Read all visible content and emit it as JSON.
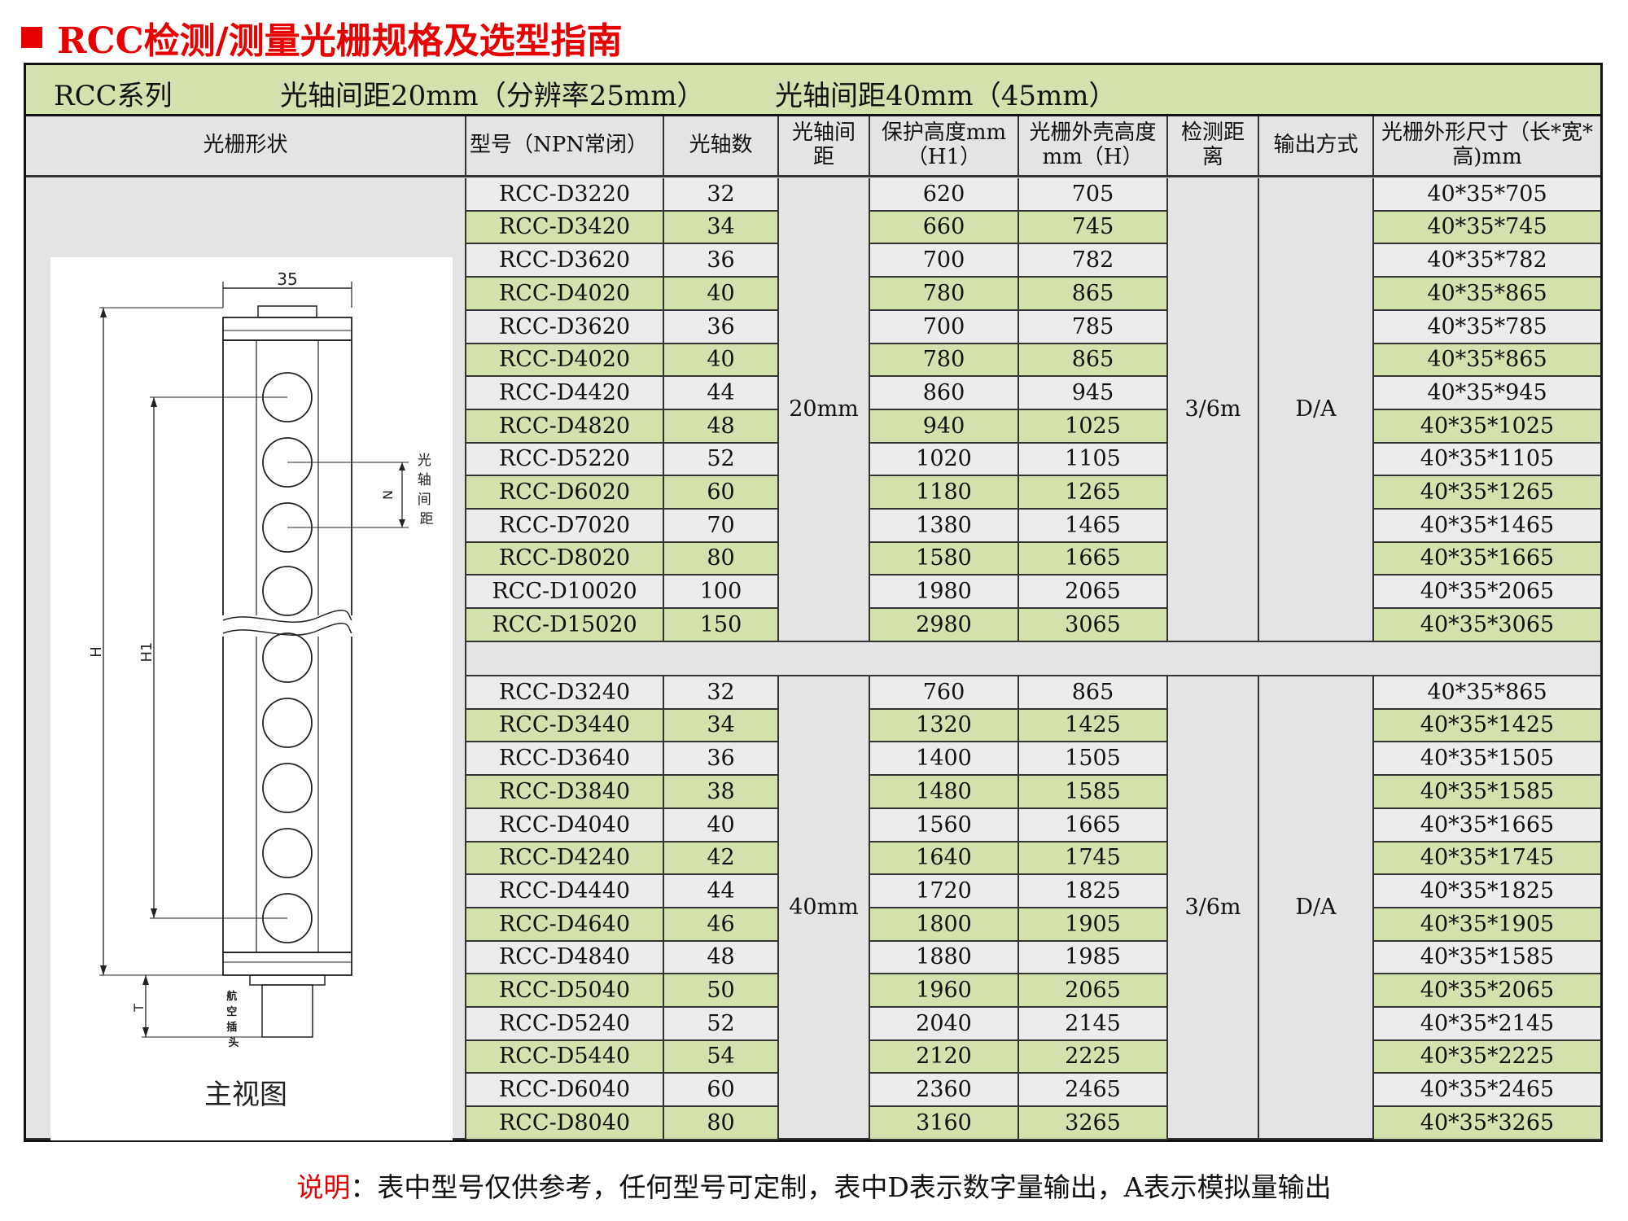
{
  "title": "RCC检测/测量光栅规格及选型指南",
  "banner": {
    "series": "RCC系列",
    "spec20": "光轴间距20mm（分辨率25mm）",
    "spec40": "光轴间距40mm（45mm）"
  },
  "headers": {
    "shape": "光栅形状",
    "model": "型号（NPN常闭）",
    "axes": "光轴数",
    "pitch": "光轴间距",
    "protect_height": "保护高度mm（H1）",
    "housing_height": "光栅外壳高度mm（H）",
    "distance": "检测距离",
    "output": "输出方式",
    "dimension": "光栅外形尺寸（长*宽*高)mm"
  },
  "group20": {
    "pitch": "20mm",
    "distance": "3/6m",
    "output": "D/A",
    "rows": [
      {
        "model": "RCC-D3220",
        "axes": "32",
        "h1": "620",
        "h": "705",
        "dim": "40*35*705"
      },
      {
        "model": "RCC-D3420",
        "axes": "34",
        "h1": "660",
        "h": "745",
        "dim": "40*35*745"
      },
      {
        "model": "RCC-D3620",
        "axes": "36",
        "h1": "700",
        "h": "782",
        "dim": "40*35*782"
      },
      {
        "model": "RCC-D4020",
        "axes": "40",
        "h1": "780",
        "h": "865",
        "dim": "40*35*865"
      },
      {
        "model": "RCC-D3620",
        "axes": "36",
        "h1": "700",
        "h": "785",
        "dim": "40*35*785"
      },
      {
        "model": "RCC-D4020",
        "axes": "40",
        "h1": "780",
        "h": "865",
        "dim": "40*35*865"
      },
      {
        "model": "RCC-D4420",
        "axes": "44",
        "h1": "860",
        "h": "945",
        "dim": "40*35*945"
      },
      {
        "model": "RCC-D4820",
        "axes": "48",
        "h1": "940",
        "h": "1025",
        "dim": "40*35*1025"
      },
      {
        "model": "RCC-D5220",
        "axes": "52",
        "h1": "1020",
        "h": "1105",
        "dim": "40*35*1105"
      },
      {
        "model": "RCC-D6020",
        "axes": "60",
        "h1": "1180",
        "h": "1265",
        "dim": "40*35*1265"
      },
      {
        "model": "RCC-D7020",
        "axes": "70",
        "h1": "1380",
        "h": "1465",
        "dim": "40*35*1465"
      },
      {
        "model": "RCC-D8020",
        "axes": "80",
        "h1": "1580",
        "h": "1665",
        "dim": "40*35*1665"
      },
      {
        "model": "RCC-D10020",
        "axes": "100",
        "h1": "1980",
        "h": "2065",
        "dim": "40*35*2065"
      },
      {
        "model": "RCC-D15020",
        "axes": "150",
        "h1": "2980",
        "h": "3065",
        "dim": "40*35*3065"
      }
    ]
  },
  "group40": {
    "pitch": "40mm",
    "distance": "3/6m",
    "output": "D/A",
    "rows": [
      {
        "model": "RCC-D3240",
        "axes": "32",
        "h1": "760",
        "h": "865",
        "dim": "40*35*865"
      },
      {
        "model": "RCC-D3440",
        "axes": "34",
        "h1": "1320",
        "h": "1425",
        "dim": "40*35*1425"
      },
      {
        "model": "RCC-D3640",
        "axes": "36",
        "h1": "1400",
        "h": "1505",
        "dim": "40*35*1505"
      },
      {
        "model": "RCC-D3840",
        "axes": "38",
        "h1": "1480",
        "h": "1585",
        "dim": "40*35*1585"
      },
      {
        "model": "RCC-D4040",
        "axes": "40",
        "h1": "1560",
        "h": "1665",
        "dim": "40*35*1665"
      },
      {
        "model": "RCC-D4240",
        "axes": "42",
        "h1": "1640",
        "h": "1745",
        "dim": "40*35*1745"
      },
      {
        "model": "RCC-D4440",
        "axes": "44",
        "h1": "1720",
        "h": "1825",
        "dim": "40*35*1825"
      },
      {
        "model": "RCC-D4640",
        "axes": "46",
        "h1": "1800",
        "h": "1905",
        "dim": "40*35*1905"
      },
      {
        "model": "RCC-D4840",
        "axes": "48",
        "h1": "1880",
        "h": "1985",
        "dim": "40*35*1585"
      },
      {
        "model": "RCC-D5040",
        "axes": "50",
        "h1": "1960",
        "h": "2065",
        "dim": "40*35*2065"
      },
      {
        "model": "RCC-D5240",
        "axes": "52",
        "h1": "2040",
        "h": "2145",
        "dim": "40*35*2145"
      },
      {
        "model": "RCC-D5440",
        "axes": "54",
        "h1": "2120",
        "h": "2225",
        "dim": "40*35*2225"
      },
      {
        "model": "RCC-D6040",
        "axes": "60",
        "h1": "2360",
        "h": "2465",
        "dim": "40*35*2465"
      },
      {
        "model": "RCC-D8040",
        "axes": "80",
        "h1": "3160",
        "h": "3265",
        "dim": "40*35*3265"
      }
    ]
  },
  "diagram": {
    "width_label": "35",
    "h_label": "H",
    "h1_label": "H1",
    "t_label": "T",
    "n_label": "N",
    "pitch_label": "光轴间距",
    "plug_label": "航空插头",
    "caption": "主视图"
  },
  "footnote": {
    "label": "说明",
    "text": "：表中型号仅供参考，任何型号可定制，表中D表示数字量输出，A表示模拟量输出"
  }
}
